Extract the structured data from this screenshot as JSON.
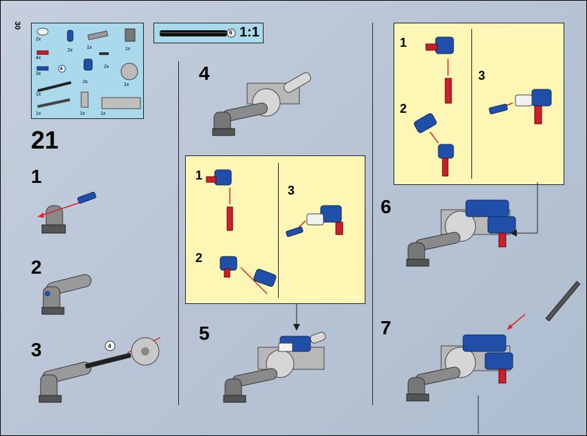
{
  "page_number": "30",
  "parts_list": {
    "quantities": [
      "2x",
      "2x",
      "1x",
      "1x",
      "4x",
      "2x",
      "3x",
      "2x",
      "1x",
      "1x",
      "1x",
      "1x",
      "1x"
    ],
    "axle_length": "4"
  },
  "scale": {
    "label": "1:1",
    "axle_length": "6"
  },
  "main_step": "21",
  "left_steps": [
    "1",
    "2",
    "3"
  ],
  "left_step3_axle_length": "4",
  "middle_steps": [
    "4",
    "5"
  ],
  "middle_callout_steps": [
    "1",
    "2",
    "3"
  ],
  "right_callout_steps": [
    "1",
    "2",
    "3"
  ],
  "right_steps": [
    "6",
    "7"
  ],
  "colors": {
    "background": "#b9c5d6",
    "parts_box": "#a9d9ea",
    "callout": "#fdf6b4",
    "blue_part": "#1f4fa8",
    "red_part": "#c8202c",
    "grey_part": "#9a9a9a",
    "arrow": "#e0202a"
  }
}
